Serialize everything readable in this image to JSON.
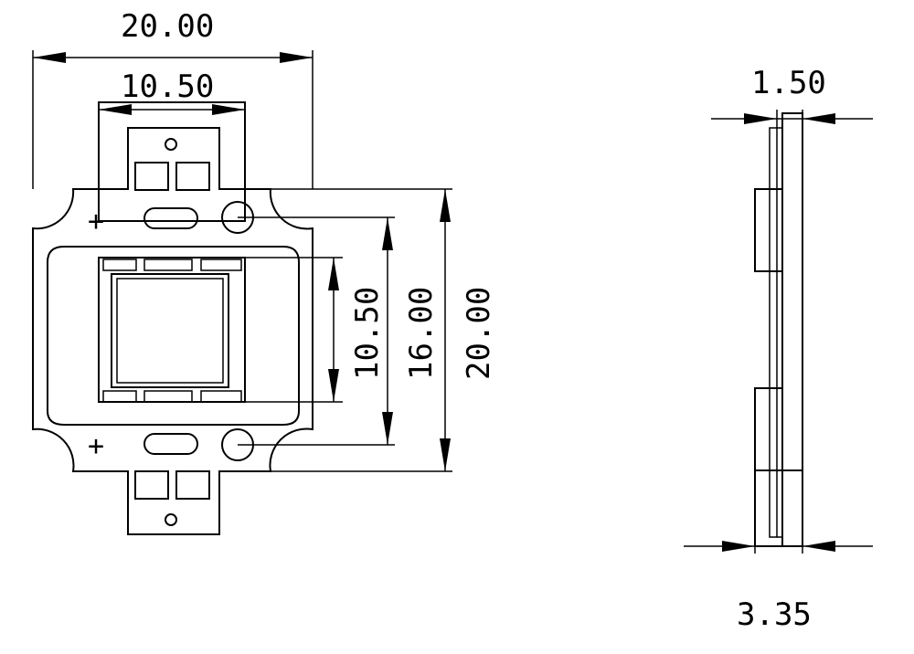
{
  "front_view": {
    "top_width": "20.00",
    "inner_width": "10.50",
    "vertical_inner": "10.50",
    "vertical_mid": "16.00",
    "vertical_outer": "20.00",
    "plus_top": "+",
    "plus_bottom": "+"
  },
  "side_view": {
    "thickness_top": "1.50",
    "thickness_bottom": "3.35"
  }
}
